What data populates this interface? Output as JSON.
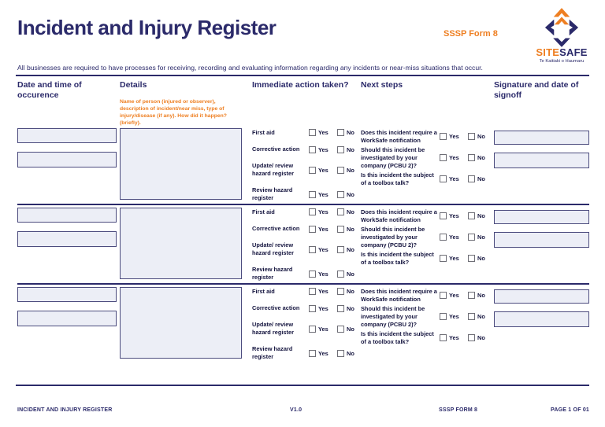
{
  "page": {
    "title": "Incident and Injury Register",
    "form_label": "SSSP Form 8",
    "intro": "All businesses are required to have processes for receiving, recording and evaluating information regarding any incidents or near-miss situations that occur."
  },
  "logo": {
    "site": "SITE",
    "safe": "SAFE",
    "tagline": "Te Kaitiaki o Haumaru"
  },
  "columns": {
    "date_time": "Date and time of occurence",
    "details": "Details",
    "details_note": "Name of person (injured or observer), description of incident/near miss, type of injury/disease (if any). How did it happen? (briefly).",
    "immediate_action": "Immediate action taken?",
    "next_steps": "Next steps",
    "signature": "Signature and date of signoff"
  },
  "row": {
    "yes": "Yes",
    "no": "No",
    "immediate_actions": [
      {
        "label": "First aid"
      },
      {
        "label": "Corrective action"
      },
      {
        "label": "Update/ review hazard register"
      },
      {
        "label": "Review hazard register"
      }
    ],
    "next_steps_questions": [
      {
        "label": "Does this incident require a WorkSafe notification"
      },
      {
        "label": "Should this incident be investigated by your company (PCBU 2)?"
      },
      {
        "label": "Is this incident the subject of a toolbox talk?"
      }
    ],
    "fields": {
      "date_value": "",
      "time_value": "",
      "details_value": "",
      "signature_value": "",
      "signoff_date_value": ""
    }
  },
  "row_count": 3,
  "footer": {
    "document_title": "INCIDENT AND INJURY REGISTER",
    "version": "V1.0",
    "form_ref": "SSSP FORM 8",
    "page_ref": "PAGE 1 OF 01"
  },
  "colors": {
    "navy": "#2b2a6a",
    "orange": "#ee7f22",
    "field_fill": "#eceef6",
    "field_border": "#4c4c7e"
  }
}
